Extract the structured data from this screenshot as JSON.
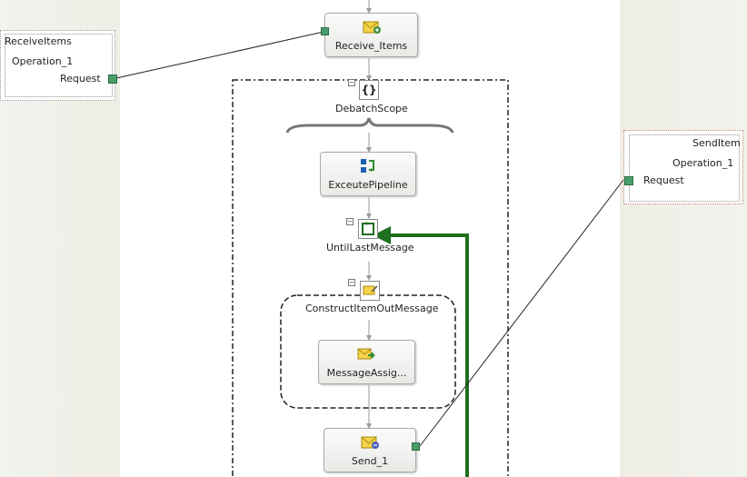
{
  "ports": {
    "receive": {
      "name": "ReceiveItems",
      "operation": "Operation_1",
      "message": "Request"
    },
    "send": {
      "name": "SendItem",
      "operation": "Operation_1",
      "message": "Request"
    }
  },
  "shapes": {
    "receive_items": "Receive_Items",
    "debatch_scope": "DebatchScope",
    "execute_pipeline": "ExceutePipeline",
    "until_last_message": "UntilLastMessage",
    "construct_message": "ConstructItemOutMessage",
    "message_assign": "MessageAssig...",
    "send_1": "Send_1"
  },
  "icons": {
    "receive_items": "envelope-receive-icon",
    "debatch_scope": "scope-braces-icon",
    "execute_pipeline": "pipeline-icon",
    "until_last_message": "loop-icon",
    "construct_message": "construct-message-icon",
    "message_assign": "message-assign-icon",
    "send_1": "envelope-send-icon"
  },
  "colors": {
    "loop_line": "#1f6f1f",
    "port_connector": "#4a9c6a",
    "lane_bg": "#f0f0e9"
  }
}
